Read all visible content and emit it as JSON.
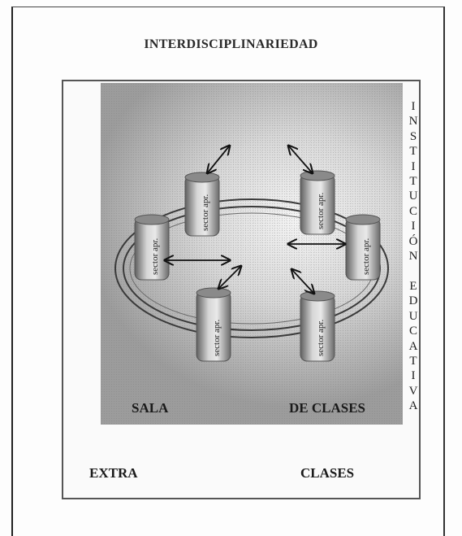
{
  "title": "INTERDISCIPLINARIEDAD",
  "institution_label": "INSTITUCIÓN EDUCATIVA",
  "institution_letters": [
    "I",
    "N",
    "S",
    "T",
    "I",
    "T",
    "U",
    "C",
    "I",
    "Ó",
    "N",
    "",
    "E",
    "D",
    "U",
    "C",
    "A",
    "T",
    "I",
    "V",
    "A"
  ],
  "classroom_left_label": "SALA",
  "classroom_right_label": "DE CLASES",
  "extra_left_label": "EXTRA",
  "extra_right_label": "CLASES",
  "sector_label": "sector apr.",
  "sectors": [
    {
      "id": "sector-top-left"
    },
    {
      "id": "sector-top-right"
    },
    {
      "id": "sector-left"
    },
    {
      "id": "sector-right"
    },
    {
      "id": "sector-bottom-left"
    },
    {
      "id": "sector-bottom-right"
    }
  ],
  "colors": {
    "ink": "#1a1a1a",
    "cylinder_light": "#d9d9d9",
    "cylinder_dark": "#6e6e6e"
  }
}
